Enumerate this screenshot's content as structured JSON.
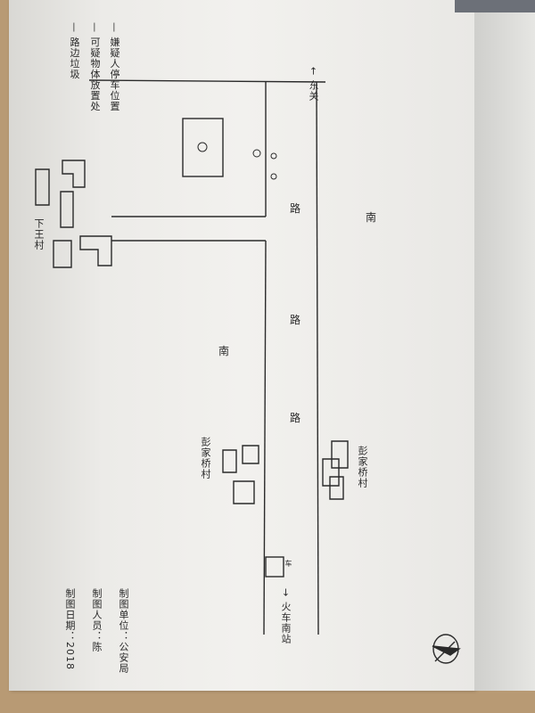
{
  "legend": [
    "— 路边垃圾",
    "— 可疑物体放置处",
    "— 嫌疑人停车位置"
  ],
  "labels": {
    "west_direction": "← 东关",
    "east_direction": "→ 火车南站",
    "village_lower": "下王村",
    "village_peng_1": "彭家桥村",
    "village_peng_2": "彭家桥村",
    "road_char_1": "路",
    "road_char_2": "路",
    "road_char_3": "路",
    "south_1": "南",
    "south_2": "南",
    "car_label": "车"
  },
  "footer": {
    "unit": "制图单位：公安局",
    "person": "制图人员：陈",
    "date": "制图日期：2018"
  },
  "colors": {
    "ink": "#2a2a2a",
    "paper": "#f2f1ee",
    "table": "#b89a74"
  }
}
